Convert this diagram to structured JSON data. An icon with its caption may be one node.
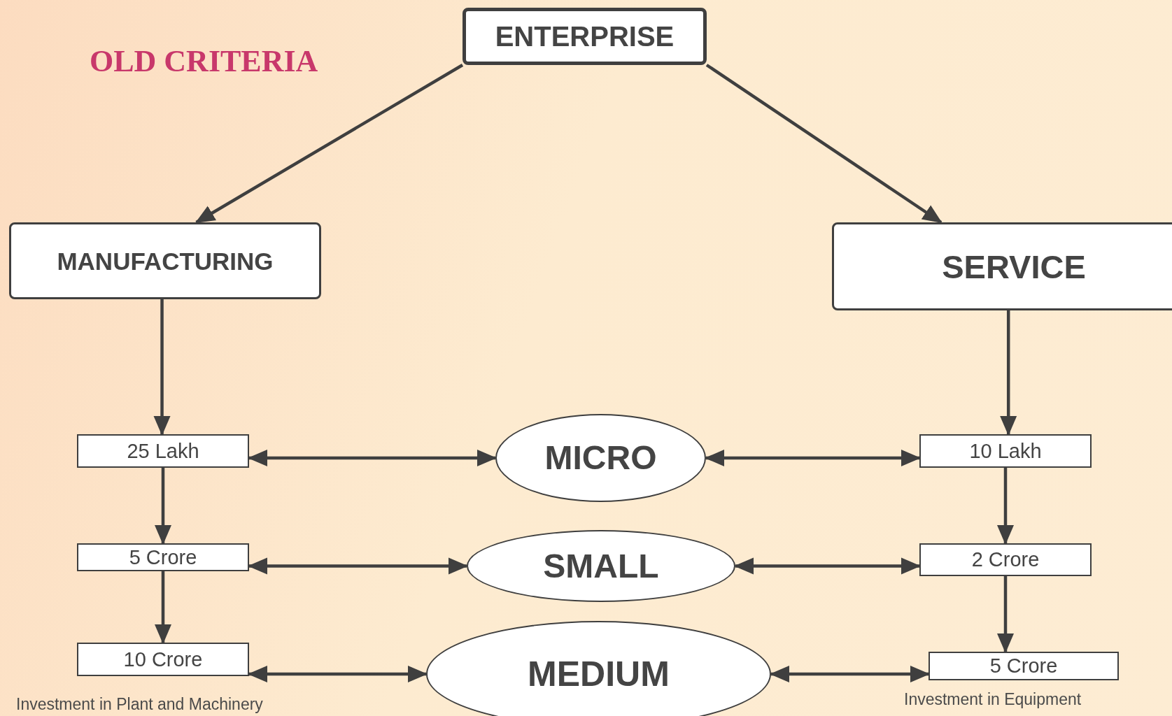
{
  "diagram": {
    "nodes": [
      {
        "text": [
          "ENTERPRISE"
        ]
      },
      {
        "text": [
          "MANUFACTURING"
        ]
      },
      {
        "text": [
          "SERVICE"
        ]
      },
      {
        "text": [
          "25 Lakh"
        ]
      },
      {
        "text": [
          "MICRO"
        ]
      },
      {
        "text": [
          "10 Lakh"
        ]
      },
      {
        "text": [
          "5 Crore"
        ]
      },
      {
        "text": [
          "SMALL"
        ]
      },
      {
        "text": [
          "2 Crore"
        ]
      },
      {
        "text": [
          "10 Crore"
        ],
        "beside": [
          "Investment in Plant and Machinery"
        ]
      },
      {
        "text": [
          "MEDIUM"
        ]
      },
      {
        "text": [
          "5 Crore"
        ],
        "beside": [
          "Investment in Equipment"
        ]
      }
    ],
    "edges": [
      {
        "from": 0,
        "to": 1,
        "arrow": "to"
      },
      {
        "from": 0,
        "to": 2,
        "arrow": "to"
      },
      {
        "from": 1,
        "to": 3,
        "arrow": "to"
      },
      {
        "from": 3,
        "to": 6,
        "arrow": "to"
      },
      {
        "from": 6,
        "to": 9,
        "arrow": "to"
      },
      {
        "from": 2,
        "to": 5,
        "arrow": "to"
      },
      {
        "from": 5,
        "to": 8,
        "arrow": "to"
      },
      {
        "from": 8,
        "to": 11,
        "arrow": "to"
      },
      {
        "from": 3,
        "to": 4,
        "arrow": "both"
      },
      {
        "from": 4,
        "to": 5,
        "arrow": "both"
      },
      {
        "from": 6,
        "to": 7,
        "arrow": "both"
      },
      {
        "from": 7,
        "to": 8,
        "arrow": "both"
      },
      {
        "from": 9,
        "to": 10,
        "arrow": "both"
      },
      {
        "from": 10,
        "to": 11,
        "arrow": "both"
      }
    ],
    "labels": [
      "OLD CRITERIA"
    ]
  }
}
